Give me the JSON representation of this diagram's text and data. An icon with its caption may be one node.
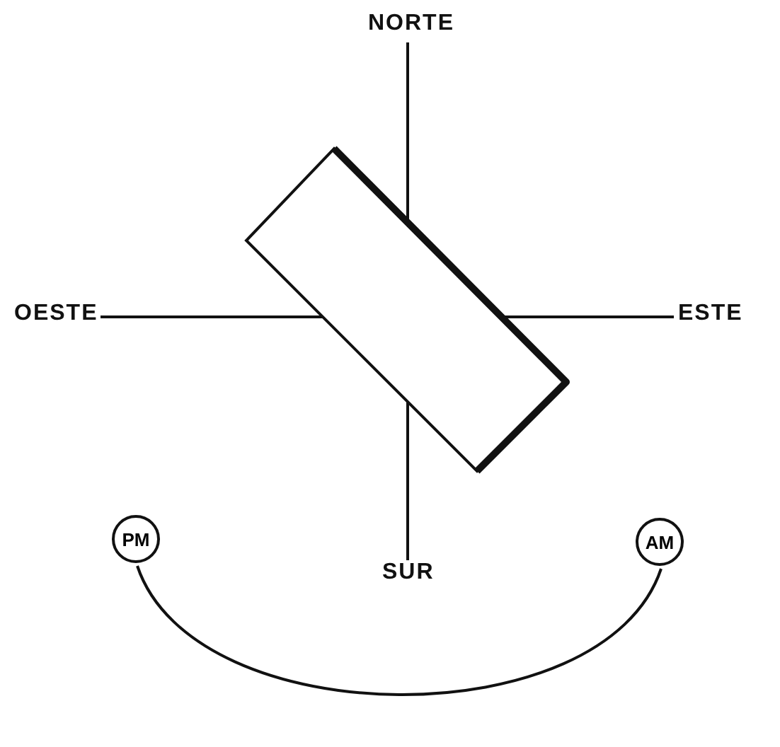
{
  "diagram": {
    "nodes": [
      {
        "text": [],
        "shape": "box"
      },
      {
        "text": [
          "PM"
        ]
      },
      {
        "text": [
          "AM"
        ]
      }
    ],
    "edges": [
      {
        "from": 1,
        "to": 2,
        "arrow": "none"
      }
    ],
    "labels": [
      "NORTE",
      "OESTE",
      "ESTE",
      "SUR"
    ]
  }
}
